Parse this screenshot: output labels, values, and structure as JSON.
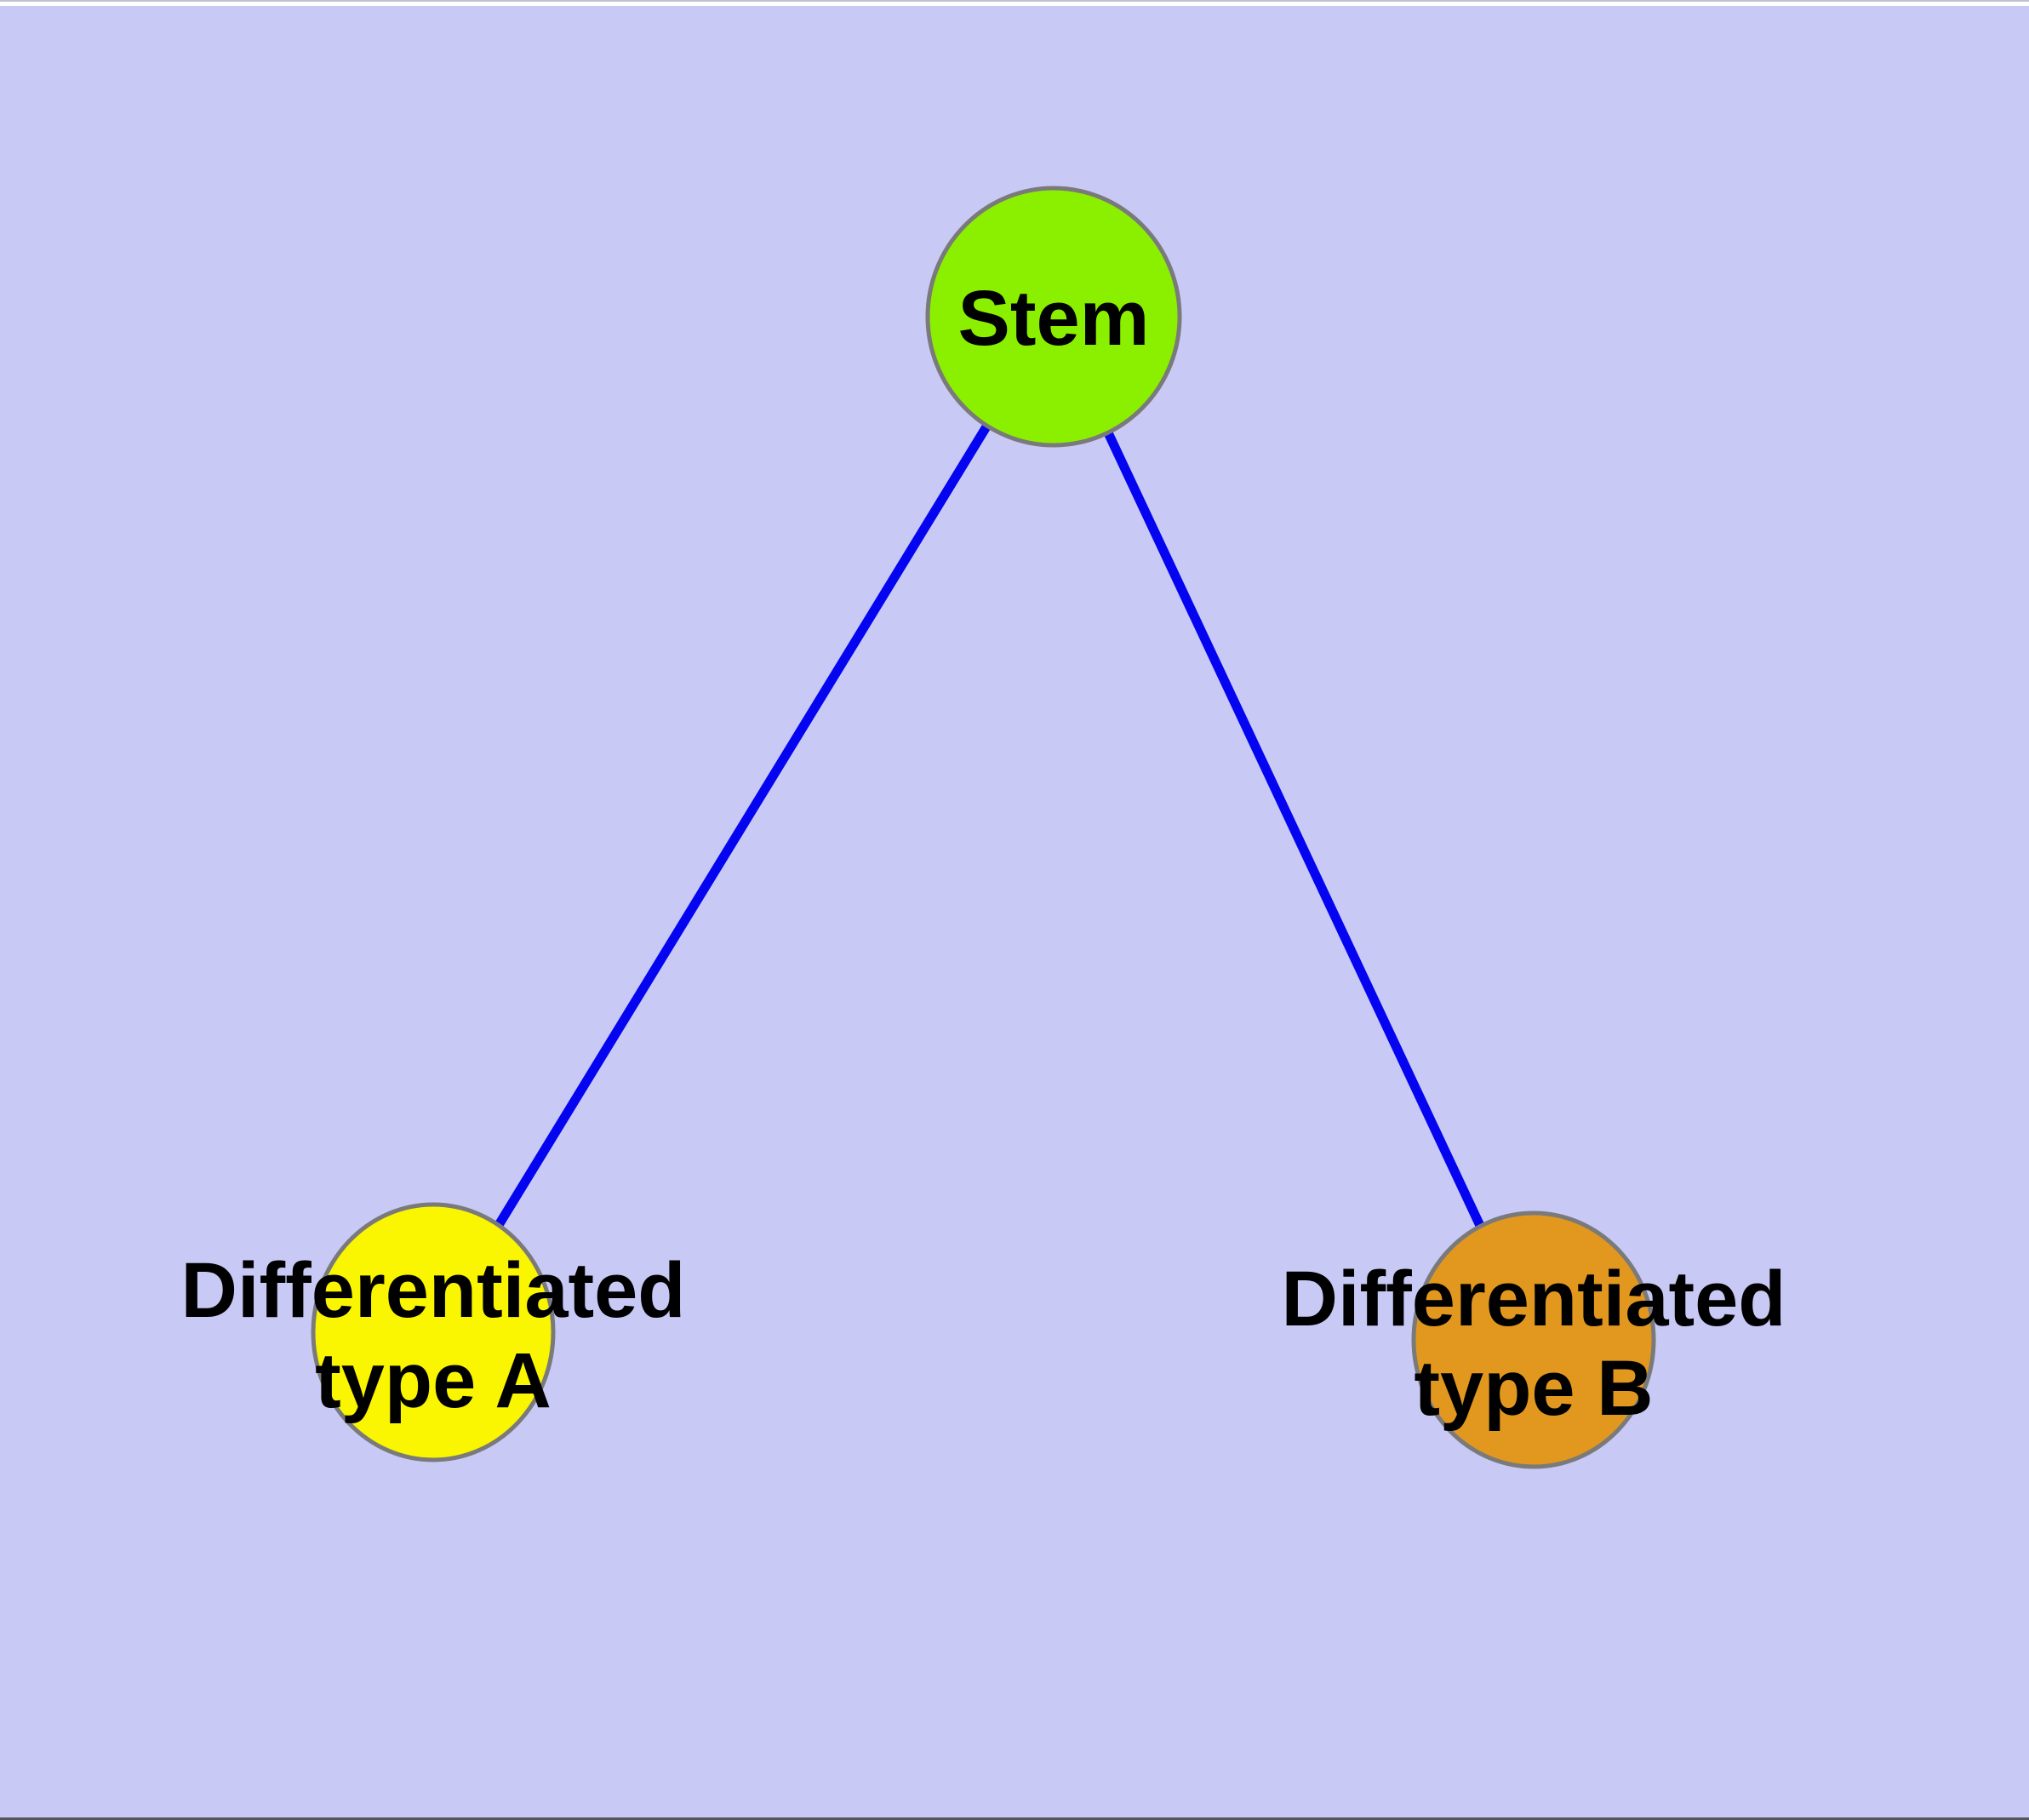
{
  "diagram": {
    "background_color": "#C9C9F6",
    "top_strip_color": "#FFFFFF",
    "top_hairline_color": "#C2C2CE",
    "bottom_hairline_color": "#55555E",
    "edge_color": "#0404F0",
    "node_border_color": "#7A7A7A",
    "text_color": "#000000",
    "nodes": {
      "stem": {
        "label": "Stem",
        "fill": "#8BF000"
      },
      "type_a": {
        "label": "Differentiated type A",
        "lines": [
          "Differentiated",
          "type A"
        ],
        "fill": "#FAF500"
      },
      "type_b": {
        "label": "Differentiated type B",
        "lines": [
          "Differentiated",
          "type B"
        ],
        "fill": "#E2981F"
      }
    },
    "edges": [
      {
        "from": "Stem",
        "to": "Differentiated type A"
      },
      {
        "from": "Stem",
        "to": "Differentiated type B"
      }
    ]
  }
}
